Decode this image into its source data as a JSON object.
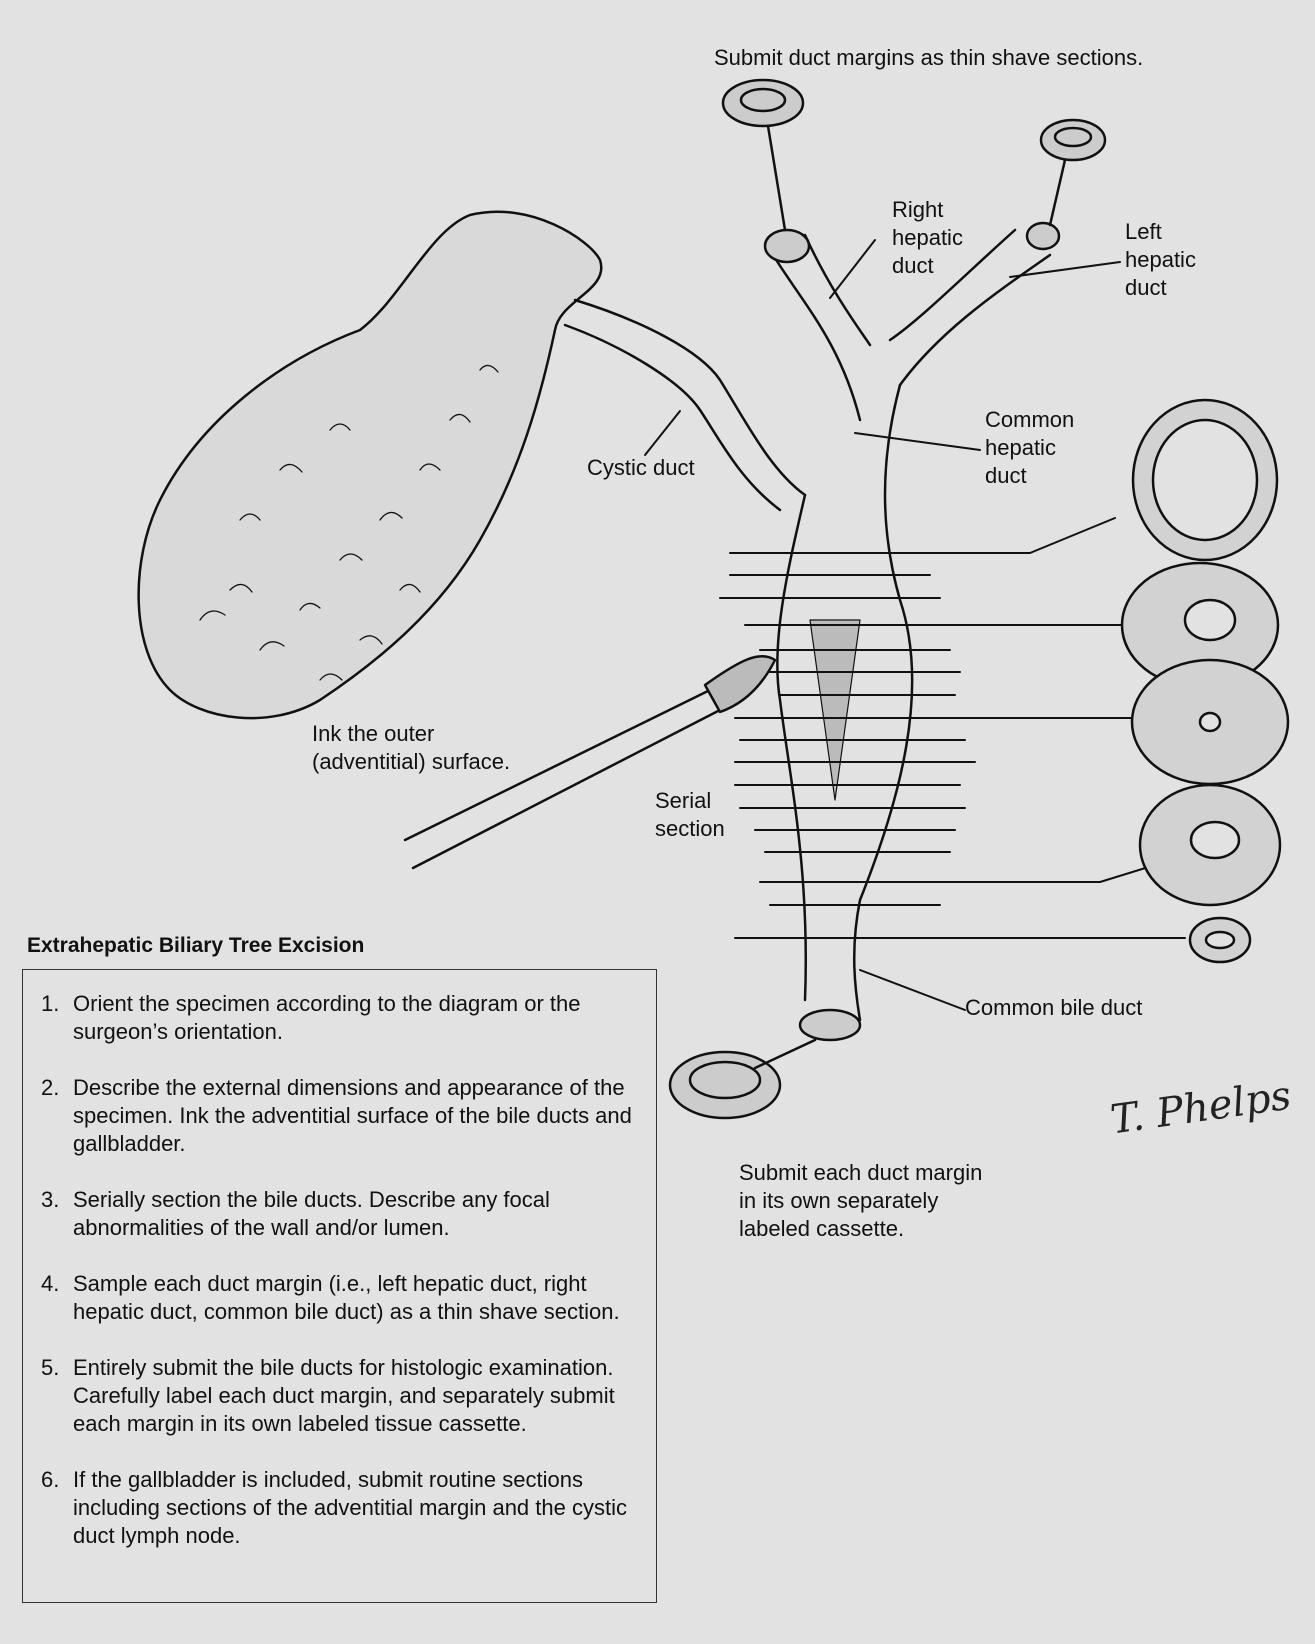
{
  "title": "Extrahepatic Biliary Tree Excision",
  "labels": {
    "submit_shave": "Submit duct margins as thin shave sections.",
    "right_hepatic": "Right\nhepatic\nduct",
    "left_hepatic": "Left\nhepatic\nduct",
    "common_hepatic": "Common\nhepatic\nduct",
    "cystic_duct": "Cystic duct",
    "ink_outer": "Ink the outer\n(adventitial) surface.",
    "serial_section": "Serial\nsection",
    "common_bile": "Common bile duct",
    "submit_each": "Submit each duct margin\nin its own separately\nlabeled cassette."
  },
  "steps": [
    {
      "num": "1.",
      "text": "Orient the specimen according to the diagram or the surgeon’s orientation."
    },
    {
      "num": "2.",
      "text": "Describe the external dimensions and appearance of the specimen. Ink the adventitial surface of the bile ducts and gallbladder."
    },
    {
      "num": "3.",
      "text": "Serially section the bile ducts. Describe any focal abnormalities of the wall and/or lumen."
    },
    {
      "num": "4.",
      "text": "Sample each duct margin (i.e., left hepatic duct, right hepatic duct, common bile duct) as a thin shave section."
    },
    {
      "num": "5.",
      "text": "Entirely submit the bile ducts for histologic examination. Carefully label each duct margin, and separately submit each margin in its own labeled tissue cassette."
    },
    {
      "num": "6.",
      "text": "If the gallbladder is included, submit routine sections including sections of the adventitial margin and the cystic duct lymph node."
    }
  ],
  "signature": "T. Phelps",
  "colors": {
    "background": "#e2e2e2",
    "ink": "#111111"
  }
}
